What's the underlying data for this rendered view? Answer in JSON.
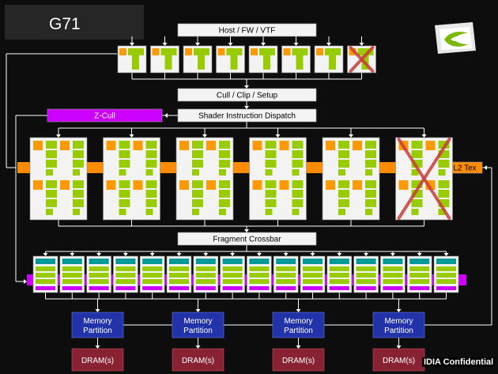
{
  "title": "G71",
  "labels": {
    "host": "Host / FW / VTF",
    "cull": "Cull / Clip / Setup",
    "dispatch": "Shader Instruction Dispatch",
    "zcull": "Z-Cull",
    "l2tex": "L2 Tex",
    "crossbar": "Fragment Crossbar",
    "memory_partition": [
      "Memory",
      "Partition"
    ],
    "dram": "DRAM(s)"
  },
  "confidential": "IDIA Confidential",
  "counts": {
    "vertex_units": 8,
    "vertex_units_disabled": 1,
    "fragment_quads": 6,
    "fragment_quads_disabled": 1,
    "rops": 16,
    "memory_partitions": 4
  },
  "colors": {
    "background": "#0d0d0d",
    "box_fill": "#f3f3f3",
    "orange": "#ff9900",
    "green": "#99cc00",
    "magenta": "#cc00ff",
    "teal": "#009999",
    "memory_blue": "#2233aa",
    "dram_maroon": "#882233",
    "cross": "#c83c3c",
    "l2tex_orange": "#ff8c00"
  },
  "icons": [
    "nvidia-logo-icon",
    "disabled-cross-icon"
  ]
}
